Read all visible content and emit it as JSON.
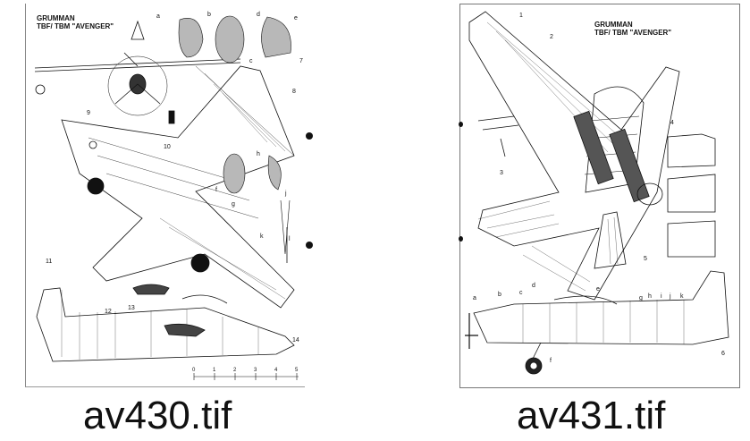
{
  "left_sheet": {
    "title_line1": "GRUMMAN",
    "title_line2": "TBF/ TBM \"AVENGER\"",
    "callouts": [
      "a",
      "b",
      "c",
      "d",
      "e",
      "f",
      "g",
      "h",
      "j",
      "k",
      "l"
    ],
    "numbers": [
      "7",
      "8",
      "9",
      "10",
      "11",
      "12",
      "13",
      "14"
    ],
    "scale_ticks": [
      "0",
      "1",
      "2",
      "3",
      "4",
      "5"
    ],
    "filename": "av430.tif"
  },
  "right_sheet": {
    "title_line1": "GRUMMAN",
    "title_line2": "TBF/ TBM \"AVENGER\"",
    "callouts": [
      "a",
      "b",
      "c",
      "d",
      "e",
      "f",
      "g",
      "h",
      "i",
      "j",
      "k"
    ],
    "numbers": [
      "1",
      "2",
      "3",
      "4",
      "5",
      "6"
    ],
    "filename": "av431.tif"
  },
  "colors": {
    "fill_shade": "#b8b8b8",
    "ink": "#111111",
    "paper": "#ffffff"
  },
  "icons": [
    "punch-hole-icon"
  ]
}
